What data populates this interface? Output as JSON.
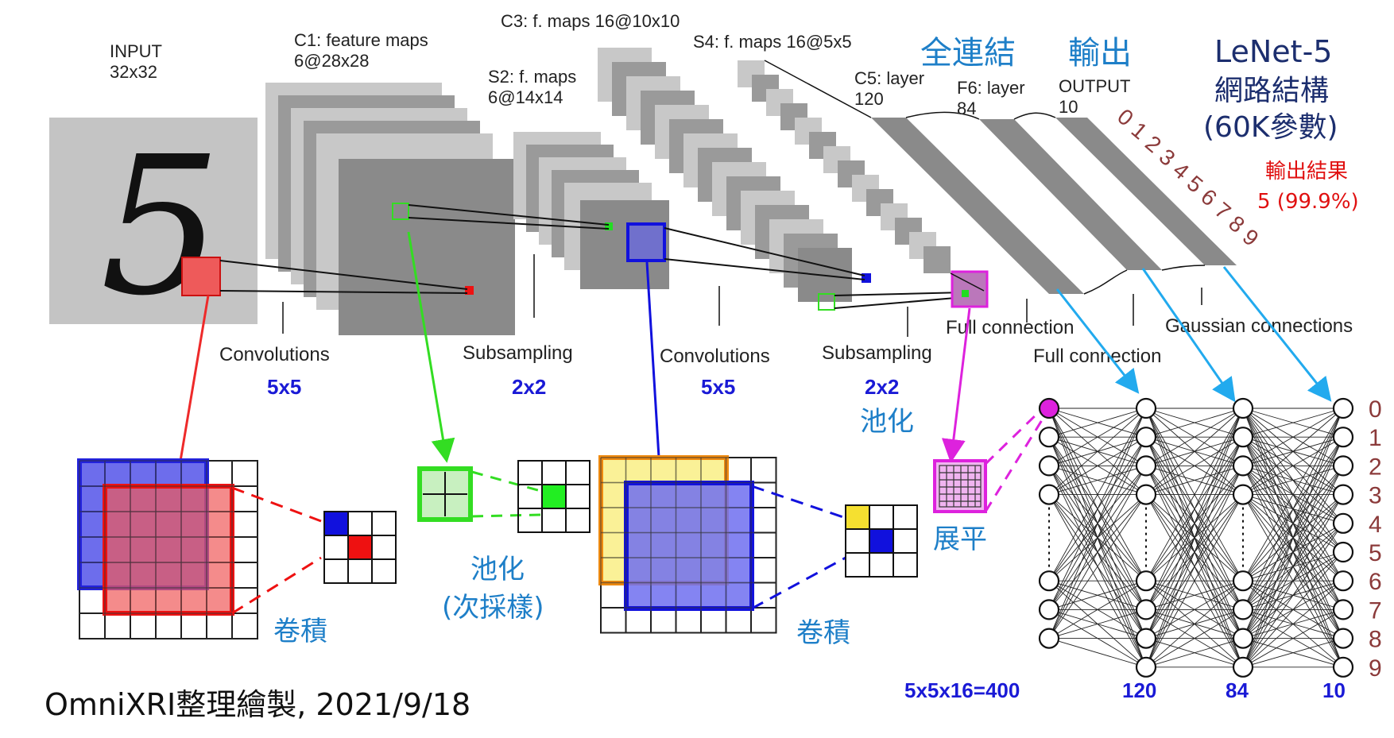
{
  "top": {
    "input": {
      "line1": "INPUT",
      "line2": "32x32"
    },
    "c1": {
      "line1": "C1: feature maps",
      "line2": "6@28x28"
    },
    "s2": {
      "line1": "S2: f. maps",
      "line2": "6@14x14"
    },
    "c3": "C3: f. maps 16@10x10",
    "s4": "S4: f. maps 16@5x5",
    "c5": {
      "line1": "C5: layer",
      "line2": "120"
    },
    "f6": {
      "line1": "F6: layer",
      "line2": "84"
    },
    "output": {
      "line1": "OUTPUT",
      "line2": "10"
    },
    "digit": "5",
    "output_digits": [
      "0",
      "1",
      "2",
      "3",
      "4",
      "5",
      "6",
      "7",
      "8",
      "9"
    ]
  },
  "ops": {
    "conv1": "Convolutions",
    "conv1_size": "5x5",
    "sub1": "Subsampling",
    "sub1_size": "2x2",
    "conv2": "Convolutions",
    "conv2_size": "5x5",
    "sub2": "Subsampling",
    "sub2_size": "2x2",
    "sub2_cn": "池化",
    "full1": "Full connection",
    "full2": "Full connection",
    "gauss": "Gaussian connections"
  },
  "headings": {
    "full_conn_cn": "全連結",
    "output_cn": "輸出",
    "title_line1": "LeNet-5",
    "title_line2": "網路結構",
    "title_line3": "(60K參數)",
    "result_label": "輸出結果",
    "result_value": "5 (99.9%)"
  },
  "bottom": {
    "conv_cn_1": "卷積",
    "pool_cn_1": "池化",
    "pool_cn_2": "(次採樣)",
    "conv_cn_2": "卷積",
    "flatten_cn": "展平",
    "layer_sizes": [
      "5x5x16=400",
      "120",
      "84",
      "10"
    ],
    "output_indices": [
      "0",
      "1",
      "2",
      "3",
      "4",
      "5",
      "6",
      "7",
      "8",
      "9"
    ]
  },
  "credit": "OmniXRI整理繪製, 2021/9/18",
  "colors": {
    "red": "#ee2a2a",
    "green": "#33dd22",
    "blue": "#1111dd",
    "magenta": "#dd22dd",
    "orange": "#ee8a10",
    "sky": "#22aaee",
    "heading_blue": "#1e7fc8",
    "dark_blue": "#1c2e6e",
    "brown": "#8b3a3a"
  }
}
